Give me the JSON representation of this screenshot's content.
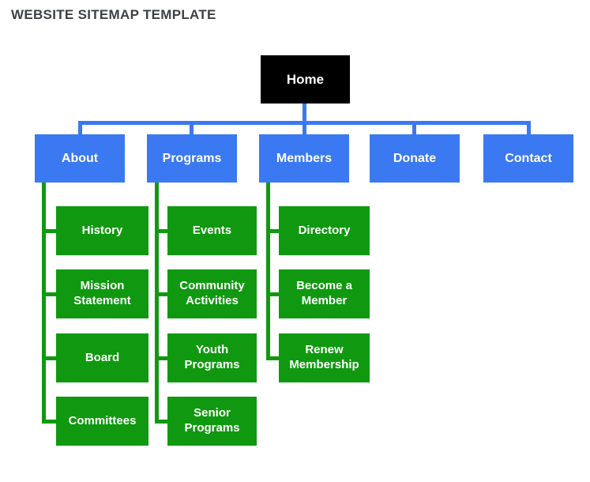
{
  "title": "WEBSITE SITEMAP TEMPLATE",
  "colors": {
    "title_text": "#3d4145",
    "home_bg": "#000000",
    "primary_bg": "#3a79f1",
    "child_bg": "#109910",
    "node_text": "#ffffff",
    "background": "#ffffff"
  },
  "sitemap": {
    "root": {
      "label": "Home"
    },
    "sections": [
      {
        "label": "About",
        "children": [
          "History",
          "Mission Statement",
          "Board",
          "Committees"
        ]
      },
      {
        "label": "Programs",
        "children": [
          "Events",
          "Community Activities",
          "Youth Programs",
          "Senior Programs"
        ]
      },
      {
        "label": "Members",
        "children": [
          "Directory",
          "Become a Member",
          "Renew Membership"
        ]
      },
      {
        "label": "Donate",
        "children": []
      },
      {
        "label": "Contact",
        "children": []
      }
    ]
  }
}
